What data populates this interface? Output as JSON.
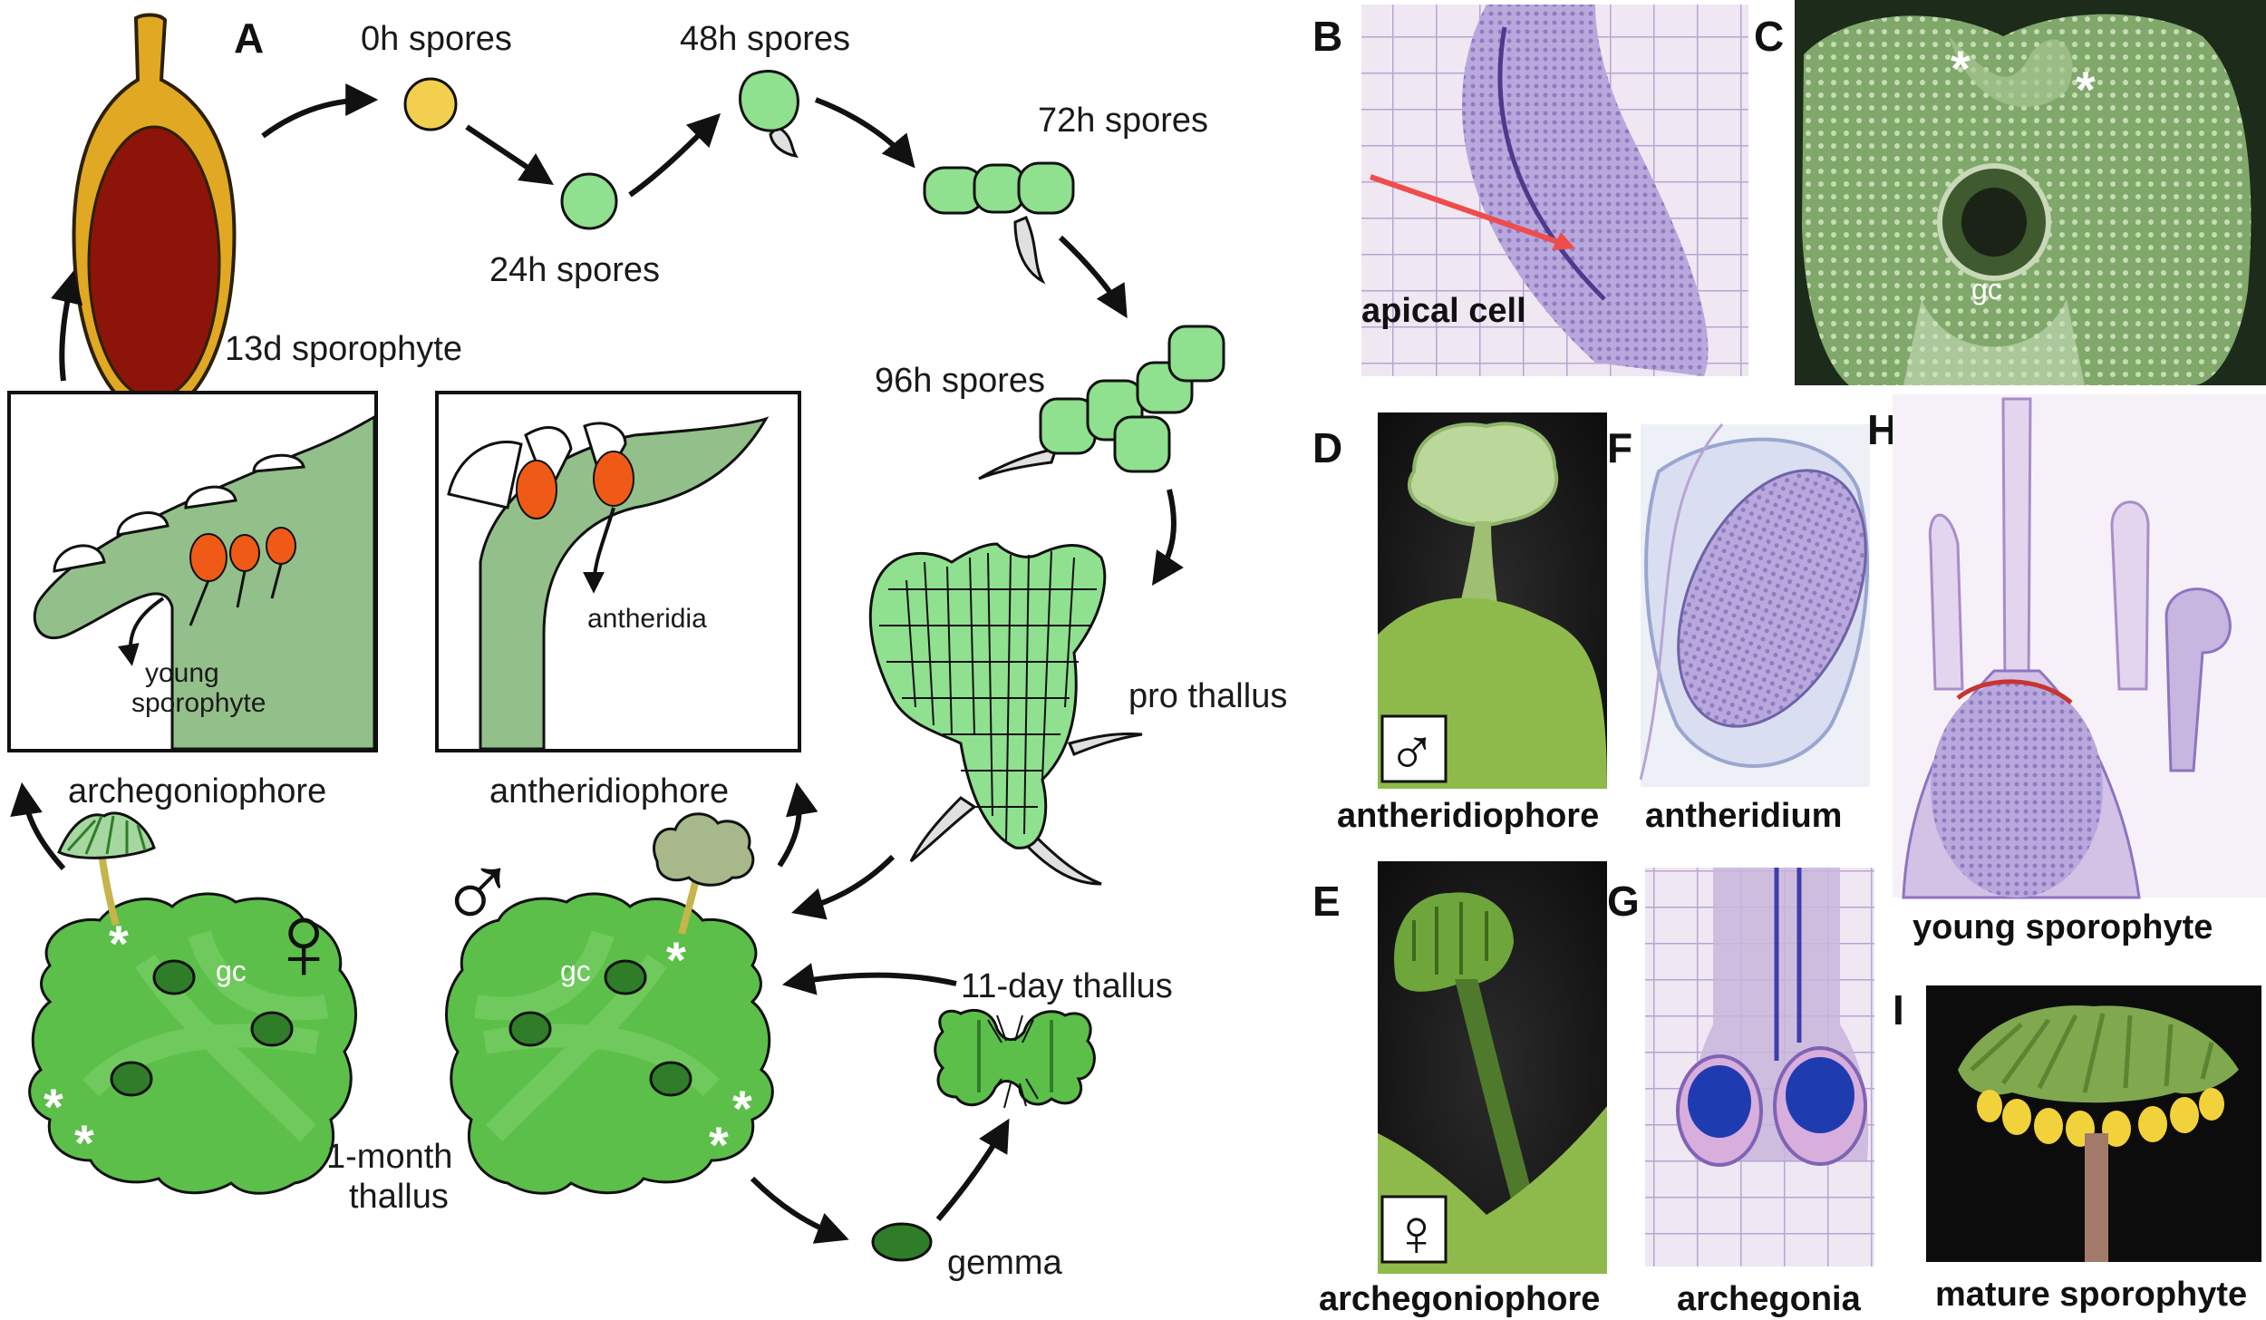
{
  "panels": {
    "A": "A",
    "B": "B",
    "C": "C",
    "D": "D",
    "E": "E",
    "F": "F",
    "G": "G",
    "H": "H",
    "I": "I"
  },
  "lifecycle": {
    "spores_0h": "0h spores",
    "spores_24h": "24h spores",
    "spores_48h": "48h spores",
    "spores_72h": "72h spores",
    "spores_96h": "96h spores",
    "pro_thallus": "pro thallus",
    "thallus_11d": "11-day thallus",
    "gemma": "gemma",
    "thallus_1m_line1": "1-month",
    "thallus_1m_line2": "thallus",
    "sporophyte_13d": "13d sporophyte",
    "archegoniophore": "archegoniophore",
    "antheridiophore": "antheridiophore",
    "young_sporophyte_line1": "young",
    "young_sporophyte_line2": "sporophyte",
    "antheridia": "antheridia",
    "gc_female": "gc",
    "gc_male": "gc",
    "asterisk": "*",
    "female_symbol": "♀",
    "male_symbol": "♂"
  },
  "photos": {
    "B_label": "apical cell",
    "C_gc": "gc",
    "C_asterisk": "*",
    "D_label": "antheridiophore",
    "D_symbol": "♂",
    "E_label": "archegoniophore",
    "E_symbol": "♀",
    "F_label": "antheridium",
    "G_label": "archegonia",
    "H_label": "young sporophyte",
    "I_label": "mature sporophyte"
  },
  "colors": {
    "spore_yellow": "#f2cf4f",
    "spore_green": "#8fe08f",
    "thallus_green": "#5cbf4a",
    "box_green": "#93c08a",
    "sporophyte_gold": "#e1a923",
    "sporophyte_red": "#8c1408",
    "organ_orange": "#f05a17",
    "stain_purple": "#6b4ea8"
  }
}
